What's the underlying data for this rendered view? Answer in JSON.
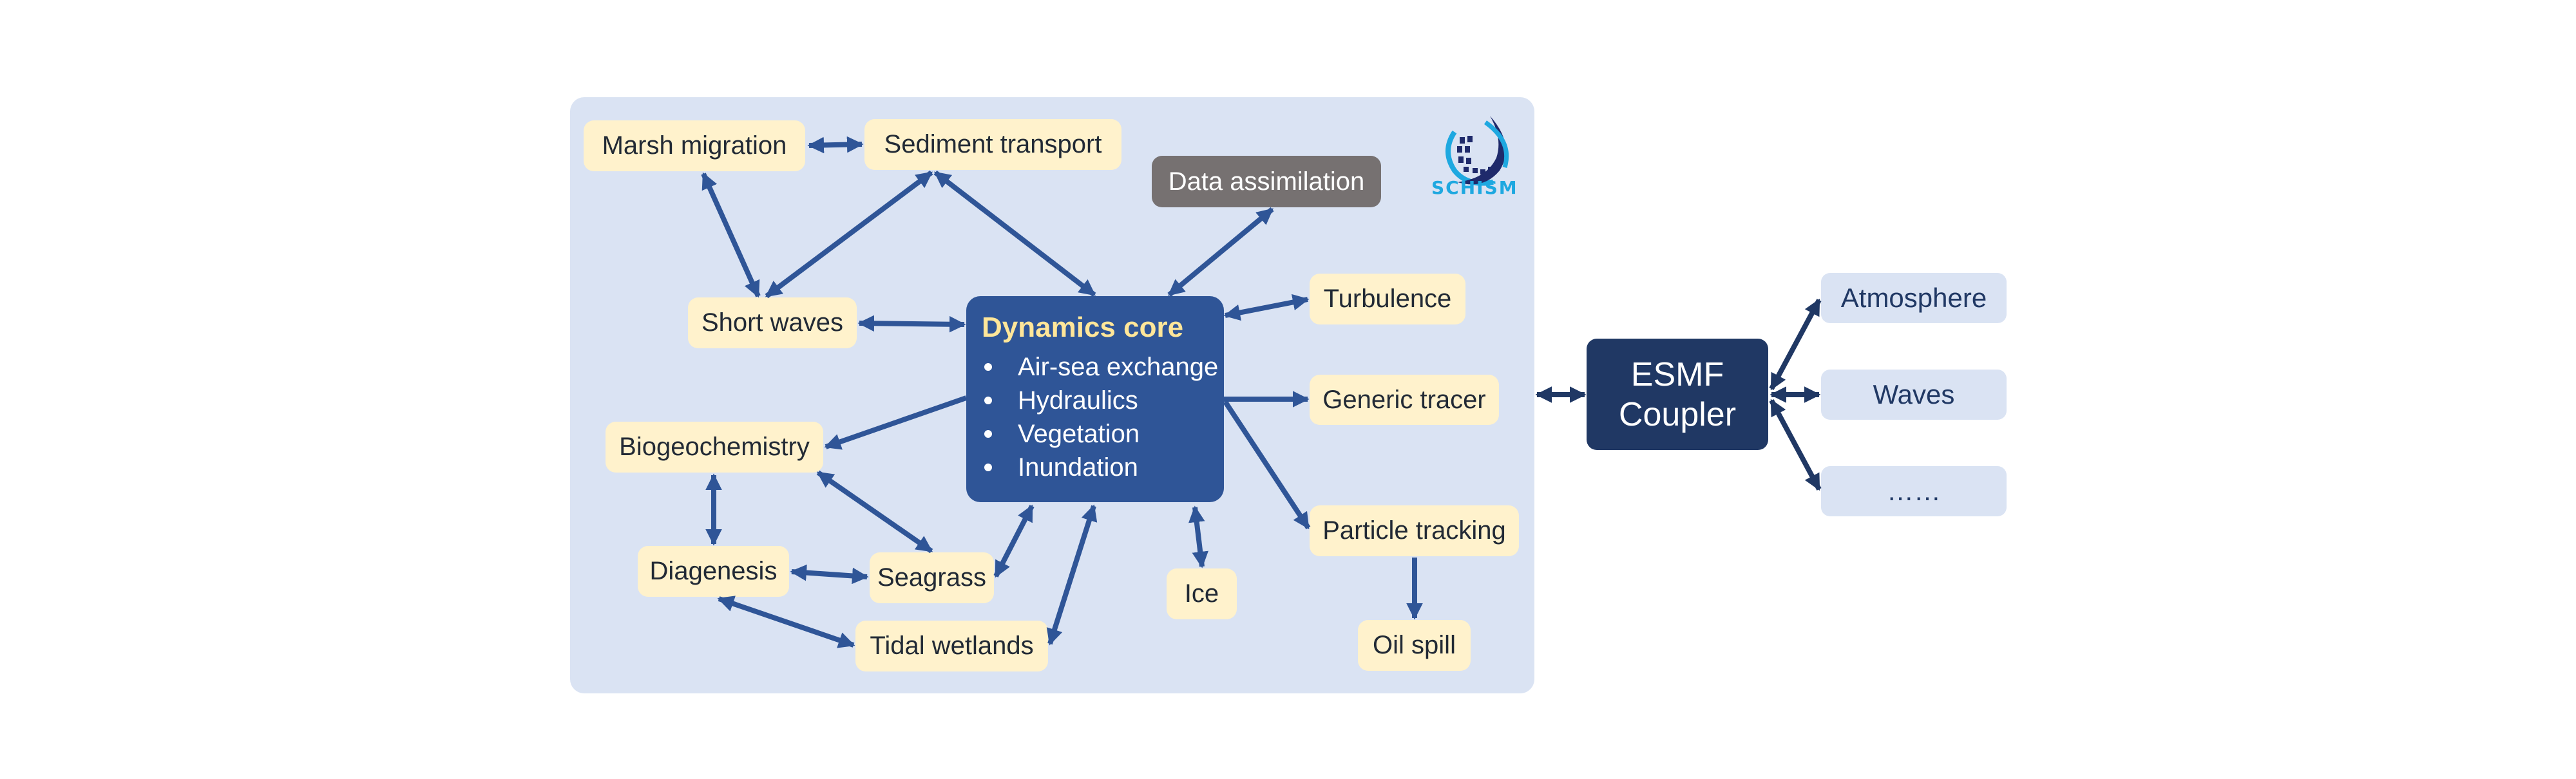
{
  "colors": {
    "panel_bg": "#dae3f3",
    "module_bg": "#fff2cc",
    "data_assimilation_bg": "#767171",
    "core_bg": "#2f5597",
    "core_title": "#ffe699",
    "coupler_bg": "#203864",
    "external_bg": "#dae3f3",
    "arrow_inner": "#2f5597",
    "arrow_outer": "#203864",
    "logo_cyan": "#1ea8e0",
    "logo_navy": "#1f2a6b"
  },
  "logo": {
    "text": "SCHISM",
    "icon": "schism-globe-icon"
  },
  "core": {
    "title": "Dynamics core",
    "items": [
      "Air-sea exchange",
      "Hydraulics",
      "Vegetation",
      "Inundation"
    ]
  },
  "modules": {
    "marsh_migration": "Marsh migration",
    "sediment_transport": "Sediment transport",
    "data_assimilation": "Data assimilation",
    "short_waves": "Short waves",
    "turbulence": "Turbulence",
    "generic_tracer": "Generic tracer",
    "biogeochemistry": "Biogeochemistry",
    "diagenesis": "Diagenesis",
    "seagrass": "Seagrass",
    "tidal_wetlands": "Tidal wetlands",
    "ice": "Ice",
    "particle_tracking": "Particle tracking",
    "oil_spill": "Oil spill"
  },
  "coupler": {
    "line1": "ESMF",
    "line2": "Coupler"
  },
  "external": [
    "Atmosphere",
    "Waves",
    "……"
  ],
  "connections": [
    {
      "from": "Marsh migration",
      "to": "Sediment transport",
      "type": "bidirectional"
    },
    {
      "from": "Marsh migration",
      "to": "Short waves",
      "type": "bidirectional"
    },
    {
      "from": "Short waves",
      "to": "Sediment transport",
      "type": "bidirectional"
    },
    {
      "from": "Sediment transport",
      "to": "Dynamics core",
      "type": "bidirectional"
    },
    {
      "from": "Data assimilation",
      "to": "Dynamics core",
      "type": "bidirectional"
    },
    {
      "from": "Short waves",
      "to": "Dynamics core",
      "type": "bidirectional"
    },
    {
      "from": "Turbulence",
      "to": "Dynamics core",
      "type": "bidirectional"
    },
    {
      "from": "Dynamics core",
      "to": "Generic tracer",
      "type": "directed"
    },
    {
      "from": "Dynamics core",
      "to": "Biogeochemistry",
      "type": "directed"
    },
    {
      "from": "Dynamics core",
      "to": "Particle tracking",
      "type": "directed"
    },
    {
      "from": "Particle tracking",
      "to": "Oil spill",
      "type": "directed"
    },
    {
      "from": "Biogeochemistry",
      "to": "Diagenesis",
      "type": "bidirectional"
    },
    {
      "from": "Biogeochemistry",
      "to": "Seagrass",
      "type": "bidirectional"
    },
    {
      "from": "Diagenesis",
      "to": "Seagrass",
      "type": "bidirectional"
    },
    {
      "from": "Diagenesis",
      "to": "Tidal wetlands",
      "type": "bidirectional"
    },
    {
      "from": "Seagrass",
      "to": "Dynamics core",
      "type": "bidirectional"
    },
    {
      "from": "Tidal wetlands",
      "to": "Dynamics core",
      "type": "bidirectional"
    },
    {
      "from": "Ice",
      "to": "Dynamics core",
      "type": "bidirectional"
    },
    {
      "from": "SCHISM",
      "to": "ESMF Coupler",
      "type": "bidirectional"
    },
    {
      "from": "ESMF Coupler",
      "to": "Atmosphere",
      "type": "bidirectional"
    },
    {
      "from": "ESMF Coupler",
      "to": "Waves",
      "type": "bidirectional"
    },
    {
      "from": "ESMF Coupler",
      "to": "……",
      "type": "bidirectional"
    }
  ]
}
